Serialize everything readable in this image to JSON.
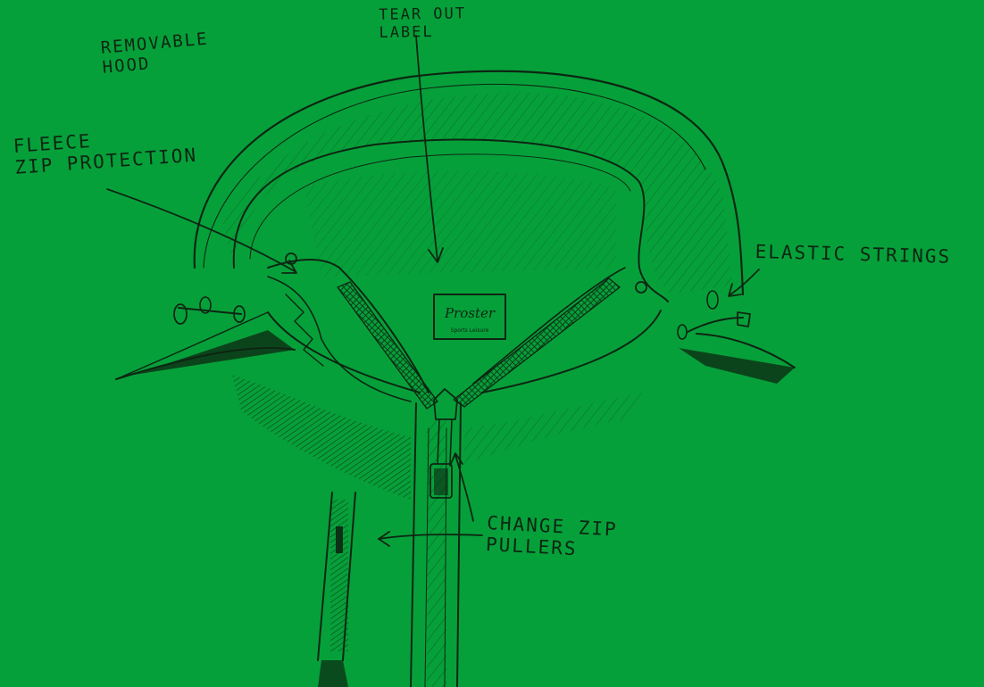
{
  "annotations": {
    "tear_out_label": "TEAR OUT\nLABEL",
    "removable_hood": "REMOVABLE\nHOOD",
    "fleece_zip_protection": "FLEECE\nZIP PROTECTION",
    "elastic_strings": "ELASTIC STRINGS",
    "change_zip_pullers": "CHANGE ZIP\nPULLERS"
  },
  "label_patch": {
    "brand": "Proster",
    "tagline": "Sports Leisure"
  },
  "colors": {
    "background": "#06a03a",
    "ink": "#0d2612"
  }
}
